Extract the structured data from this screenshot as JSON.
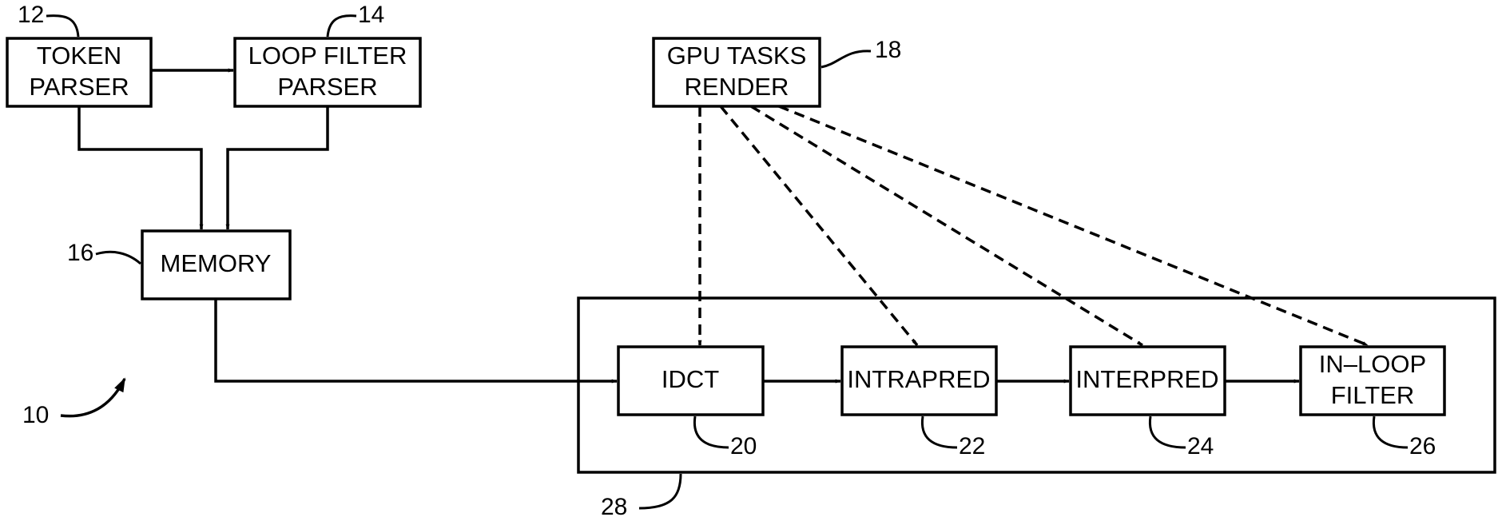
{
  "blocks": {
    "token_parser": {
      "line1": "TOKEN",
      "line2": "PARSER",
      "ref": "12"
    },
    "loop_filter_parser": {
      "line1": "LOOP  FILTER",
      "line2": "PARSER",
      "ref": "14"
    },
    "gpu_tasks_render": {
      "line1": "GPU  TASKS",
      "line2": "RENDER",
      "ref": "18"
    },
    "memory": {
      "label": "MEMORY",
      "ref": "16"
    },
    "idct": {
      "label": "IDCT",
      "ref": "20"
    },
    "intrapred": {
      "label": "INTRAPRED",
      "ref": "22"
    },
    "interpred": {
      "label": "INTERPRED",
      "ref": "24"
    },
    "in_loop_filter": {
      "line1": "IN–LOOP",
      "line2": "FILTER",
      "ref": "26"
    }
  },
  "gpu_group": {
    "ref": "28"
  },
  "system": {
    "ref": "10"
  }
}
